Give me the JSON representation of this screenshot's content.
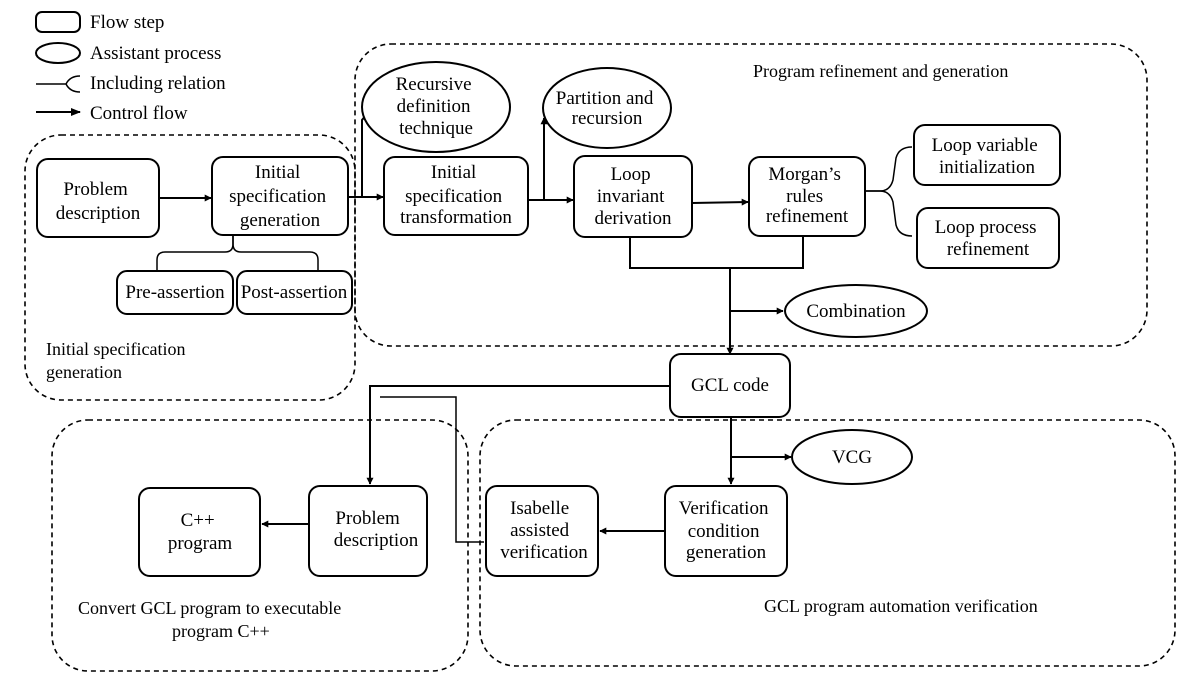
{
  "legend": {
    "flow_step": "Flow step",
    "assistant_process": "Assistant process",
    "including_relation": "Including relation",
    "control_flow": "Control flow"
  },
  "regions": {
    "initial_spec": [
      "Initial specification",
      "generation"
    ],
    "refinement": [
      "Program refinement and generation"
    ],
    "convert": [
      "Convert GCL program to executable",
      "program C++"
    ],
    "verification": [
      "GCL program automation verification"
    ]
  },
  "steps": {
    "problem_description": [
      "Problem",
      "description"
    ],
    "initial_spec_generation": [
      "Initial",
      "specification",
      "generation"
    ],
    "pre_assertion": [
      "Pre-assertion"
    ],
    "post_assertion": [
      "Post-assertion"
    ],
    "initial_spec_transformation": [
      "Initial",
      "specification",
      "transformation"
    ],
    "loop_invariant_derivation": [
      "Loop",
      "invariant",
      "derivation"
    ],
    "morgans_rules_refinement": [
      "Morgan’s",
      "rules",
      "refinement"
    ],
    "loop_variable_initialization": [
      "Loop variable",
      "initialization"
    ],
    "loop_process_refinement": [
      "Loop process",
      "refinement"
    ],
    "gcl_code": [
      "GCL code"
    ],
    "problem_description_2": [
      "Problem",
      "description"
    ],
    "cpp_program": [
      "C++",
      "program"
    ],
    "isabelle_verification": [
      "Isabelle",
      "assisted",
      "verification"
    ],
    "verification_condition_generation": [
      "Verification",
      "condition",
      "generation"
    ]
  },
  "assistants": {
    "recursive_definition": [
      "Recursive",
      "definition",
      "technique"
    ],
    "partition_recursion": [
      "Partition and",
      "recursion"
    ],
    "combination": [
      "Combination"
    ],
    "vcg": [
      "VCG"
    ]
  }
}
